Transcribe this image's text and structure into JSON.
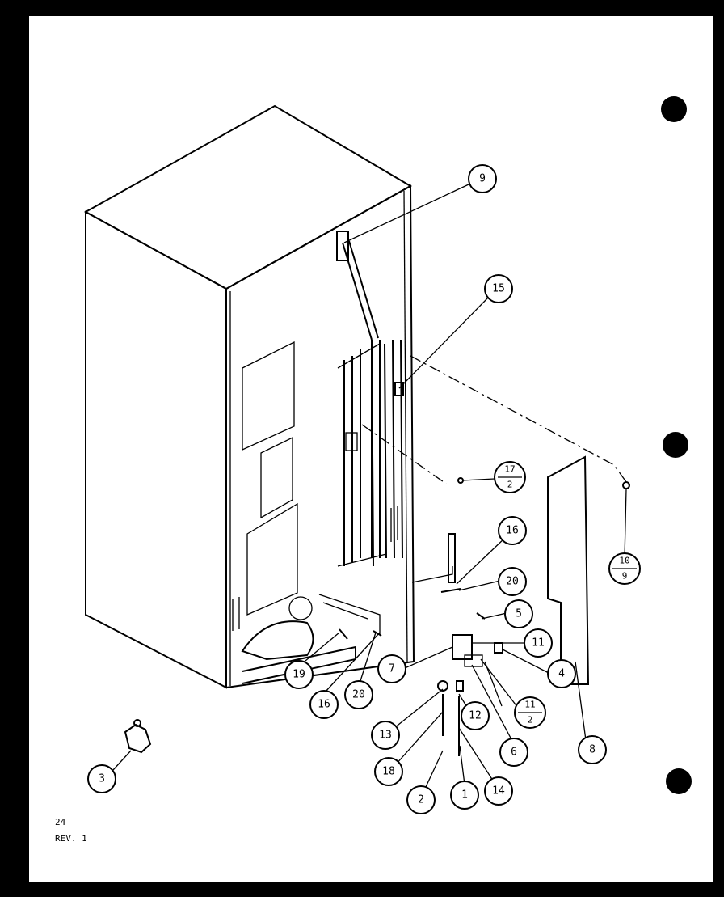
{
  "callouts": {
    "c1": "1",
    "c2": "2",
    "c3": "3",
    "c4": "4",
    "c5": "5",
    "c6": "6",
    "c7": "7",
    "c8": "8",
    "c9": "9",
    "c11": "11",
    "c12": "12",
    "c13": "13",
    "c14": "14",
    "c15": "15",
    "c16a": "16",
    "c16b": "16",
    "c18": "18",
    "c19": "19",
    "c20a": "20",
    "c20b": "20"
  },
  "fractions": {
    "f17_2": {
      "num": "17",
      "den": "2"
    },
    "f10_9": {
      "num": "10",
      "den": "9"
    },
    "f11_2": {
      "num": "11",
      "den": "2"
    }
  },
  "footer": {
    "page": "24",
    "revision": "REV. 1"
  }
}
